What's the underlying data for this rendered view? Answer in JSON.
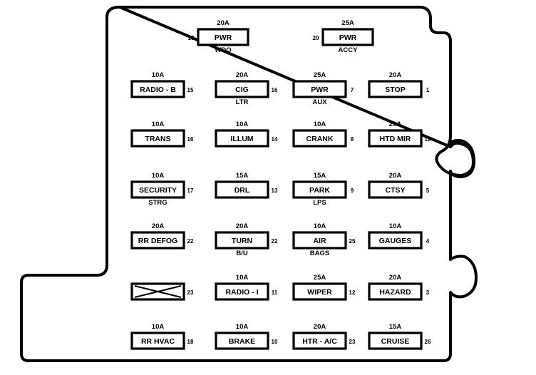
{
  "fuses": [
    {
      "amp": "20A",
      "label": "PWR",
      "sub": "WDO",
      "num": "19",
      "col": "top-left",
      "row": 0,
      "numSide": "left"
    },
    {
      "amp": "25A",
      "label": "PWR",
      "sub": "ACCY",
      "num": "20",
      "col": "top-right",
      "row": 0,
      "numSide": "left"
    },
    {
      "amp": "10A",
      "label": "RADIO - B",
      "sub": "",
      "num": "15",
      "col": 0,
      "row": 1
    },
    {
      "amp": "20A",
      "label": "CIG",
      "sub": "LTR",
      "num": "16",
      "col": 1,
      "row": 1
    },
    {
      "amp": "25A",
      "label": "PWR",
      "sub": "AUX",
      "num": "7",
      "col": 2,
      "row": 1
    },
    {
      "amp": "20A",
      "label": "STOP",
      "sub": "",
      "num": "1",
      "col": 3,
      "row": 1
    },
    {
      "amp": "10A",
      "label": "TRANS",
      "sub": "",
      "num": "16",
      "col": 0,
      "row": 2
    },
    {
      "amp": "10A",
      "label": "ILLUM",
      "sub": "",
      "num": "14",
      "col": 1,
      "row": 2
    },
    {
      "amp": "10A",
      "label": "CRANK",
      "sub": "",
      "num": "8",
      "col": 2,
      "row": 2
    },
    {
      "amp": "20A",
      "label": "HTD MIR",
      "sub": "",
      "num": "12",
      "col": 3,
      "row": 2
    },
    {
      "amp": "10A",
      "label": "SECURITY",
      "sub": "STRG",
      "num": "17",
      "col": 0,
      "row": 3
    },
    {
      "amp": "15A",
      "label": "DRL",
      "sub": "",
      "num": "13",
      "col": 1,
      "row": 3
    },
    {
      "amp": "15A",
      "label": "PARK",
      "sub": "LPS",
      "num": "9",
      "col": 2,
      "row": 3
    },
    {
      "amp": "20A",
      "label": "CTSY",
      "sub": "",
      "num": "5",
      "col": 3,
      "row": 3
    },
    {
      "amp": "20A",
      "label": "RR DEFOG",
      "sub": "",
      "num": "22",
      "col": 0,
      "row": 4
    },
    {
      "amp": "20A",
      "label": "TURN",
      "sub": "B/U",
      "num": "22",
      "col": 1,
      "row": 4
    },
    {
      "amp": "10A",
      "label": "AIR",
      "sub": "BAGS",
      "num": "25",
      "col": 2,
      "row": 4
    },
    {
      "amp": "10A",
      "label": "GAUGES",
      "sub": "",
      "num": "4",
      "col": 3,
      "row": 4
    },
    {
      "amp": "",
      "label": "",
      "sub": "",
      "num": "23",
      "col": 0,
      "row": 5,
      "blank": true
    },
    {
      "amp": "10A",
      "label": "RADIO - I",
      "sub": "",
      "num": "11",
      "col": 1,
      "row": 5
    },
    {
      "amp": "25A",
      "label": "WIPER",
      "sub": "",
      "num": "12",
      "col": 2,
      "row": 5
    },
    {
      "amp": "20A",
      "label": "HAZARD",
      "sub": "",
      "num": "3",
      "col": 3,
      "row": 5
    },
    {
      "amp": "10A",
      "label": "RR HVAC",
      "sub": "",
      "num": "18",
      "col": 0,
      "row": 6
    },
    {
      "amp": "10A",
      "label": "BRAKE",
      "sub": "",
      "num": "10",
      "col": 1,
      "row": 6
    },
    {
      "amp": "20A",
      "label": "HTR - A/C",
      "sub": "",
      "num": "23",
      "col": 2,
      "row": 6
    },
    {
      "amp": "15A",
      "label": "CRUISE",
      "sub": "",
      "num": "26",
      "col": 3,
      "row": 6
    }
  ]
}
